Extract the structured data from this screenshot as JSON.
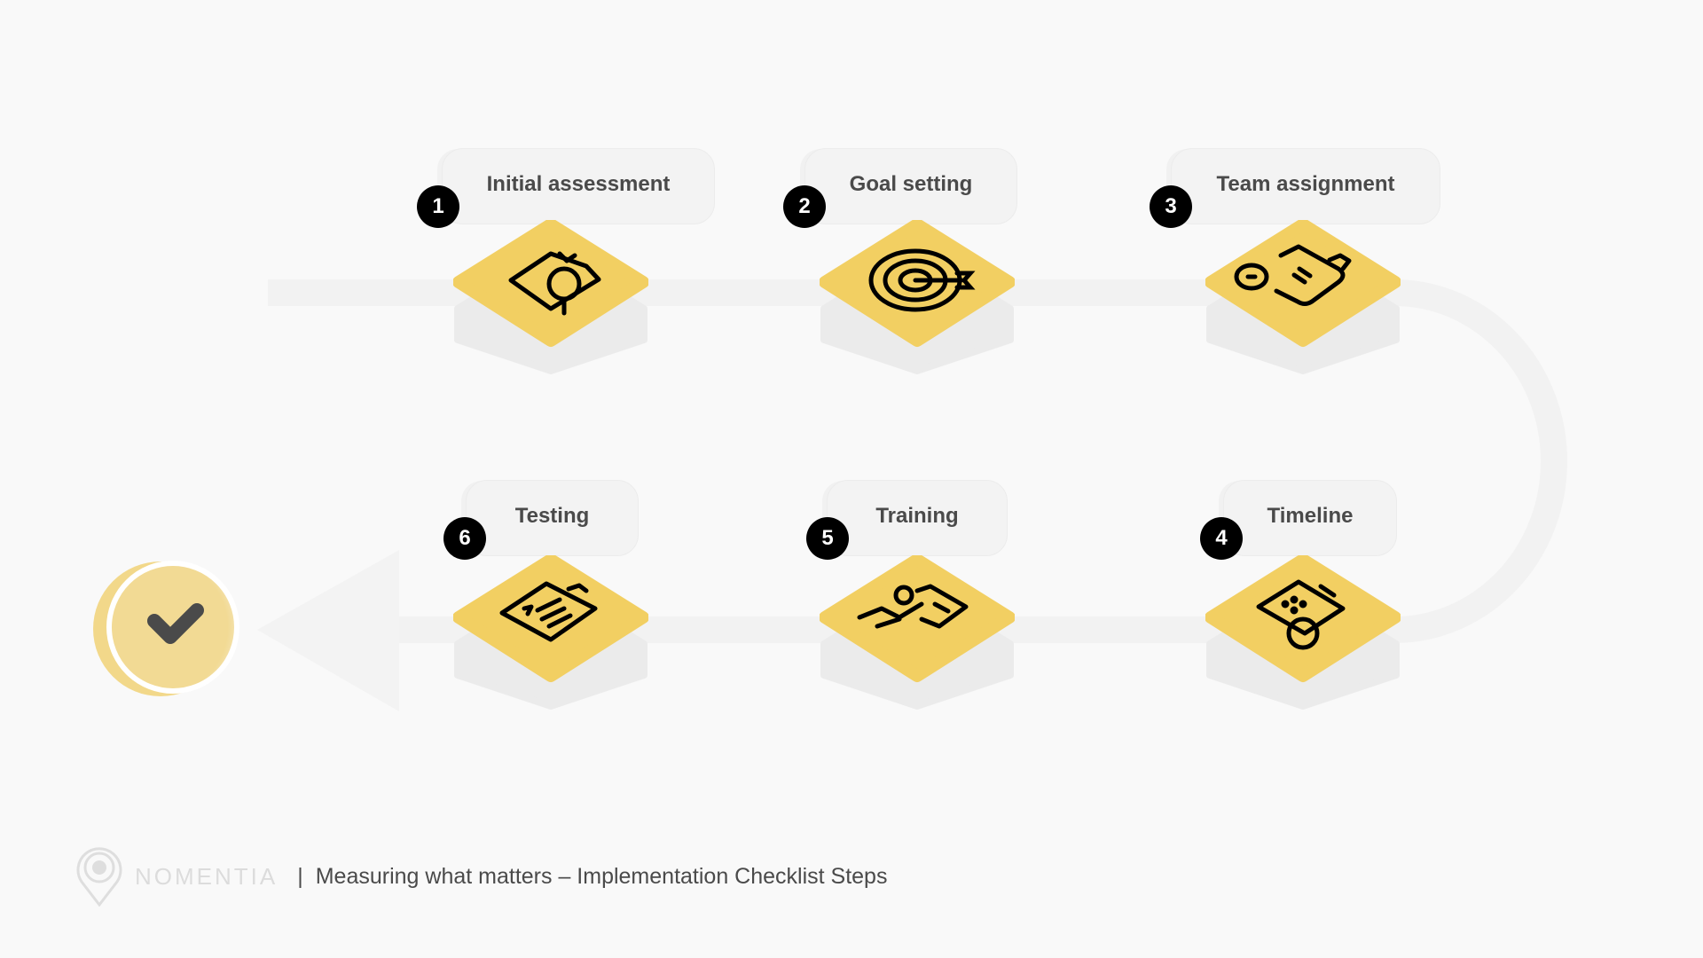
{
  "diagram": {
    "title": "Measuring what matters – Implementation Checklist Steps",
    "colors": {
      "tile": "#f2cf62",
      "tile_side": "#ebebeb",
      "track": "#f2f2f2",
      "badge": "#000000",
      "label_bg": "#f3f3f3",
      "check_circle": "#f2da94",
      "checkmark": "#4a4a4a"
    },
    "steps": [
      {
        "number": "1",
        "label": "Initial assessment",
        "icon": "document-search-icon"
      },
      {
        "number": "2",
        "label": "Goal setting",
        "icon": "target-arrow-icon"
      },
      {
        "number": "3",
        "label": "Team assignment",
        "icon": "clipboard-clock-icon"
      },
      {
        "number": "4",
        "label": "Timeline",
        "icon": "calendar-clock-icon"
      },
      {
        "number": "5",
        "label": "Training",
        "icon": "presentation-person-icon"
      },
      {
        "number": "6",
        "label": "Testing",
        "icon": "checklist-clipboard-icon"
      }
    ],
    "end_marker": {
      "icon": "checkmark-icon"
    }
  },
  "footer": {
    "brand": "NOMENTIA",
    "separator": "|",
    "caption": "Measuring what matters – Implementation Checklist Steps"
  }
}
